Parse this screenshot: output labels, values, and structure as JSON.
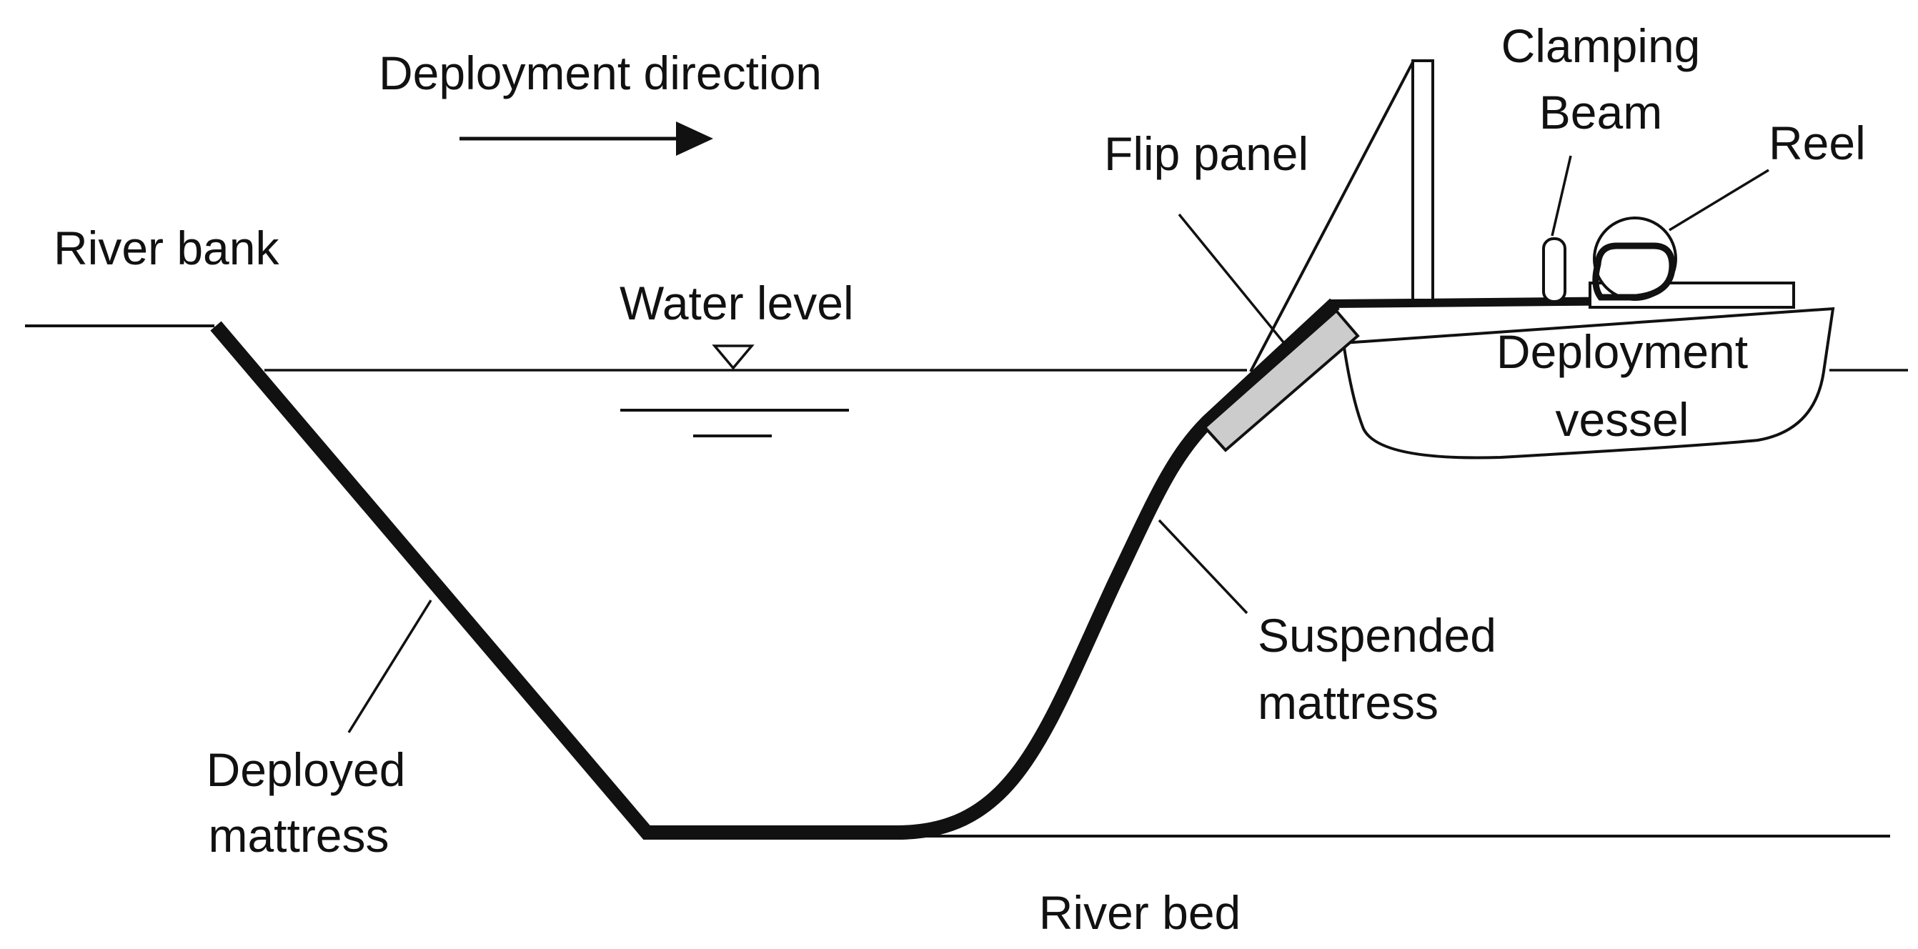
{
  "labels": {
    "deployment_direction": "Deployment direction",
    "river_bank": "River bank",
    "water_level": "Water level",
    "flip_panel": "Flip panel",
    "clamping_beam_line1": "Clamping",
    "clamping_beam_line2": "Beam",
    "reel": "Reel",
    "deployment_vessel_line1": "Deployment",
    "deployment_vessel_line2": "vessel",
    "suspended_mattress_line1": "Suspended",
    "suspended_mattress_line2": "mattress",
    "deployed_mattress_line1": "Deployed",
    "deployed_mattress_line2": "mattress",
    "river_bed": "River bed"
  },
  "colors": {
    "line": "#111111",
    "flip_panel_fill": "#cccccc",
    "background": "#ffffff"
  }
}
